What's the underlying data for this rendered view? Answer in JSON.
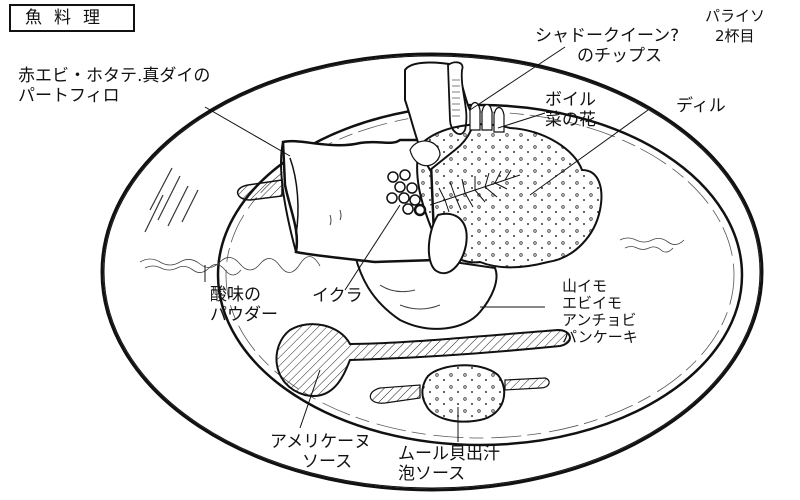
{
  "title": "魚料理",
  "note": {
    "line1": "パライソ",
    "line2": "2杯目"
  },
  "labels": {
    "parfait": {
      "line1": "赤エビ・ホタテ.真ダイの",
      "line2": "パートフィロ"
    },
    "chips": {
      "line1": "シャドークイーン?",
      "line2": "のチップス"
    },
    "flower": {
      "line1": "ボイル",
      "line2": "菜の花"
    },
    "dill": {
      "line1": "ディル"
    },
    "pancake": {
      "line1": "山イモ",
      "line2": "エビイモ",
      "line3": "アンチョビ",
      "line4": "パンケーキ"
    },
    "powder": {
      "line1": "酸味の",
      "line2": "パウダー"
    },
    "ikura": {
      "line1": "イクラ"
    },
    "americaine": {
      "line1": "アメリケーヌ",
      "line2": "ソース"
    },
    "mussel": {
      "line1": "ムール貝出汁",
      "line2": "泡ソース"
    }
  },
  "colors": {
    "ink": "#111111",
    "paper": "#ffffff"
  }
}
